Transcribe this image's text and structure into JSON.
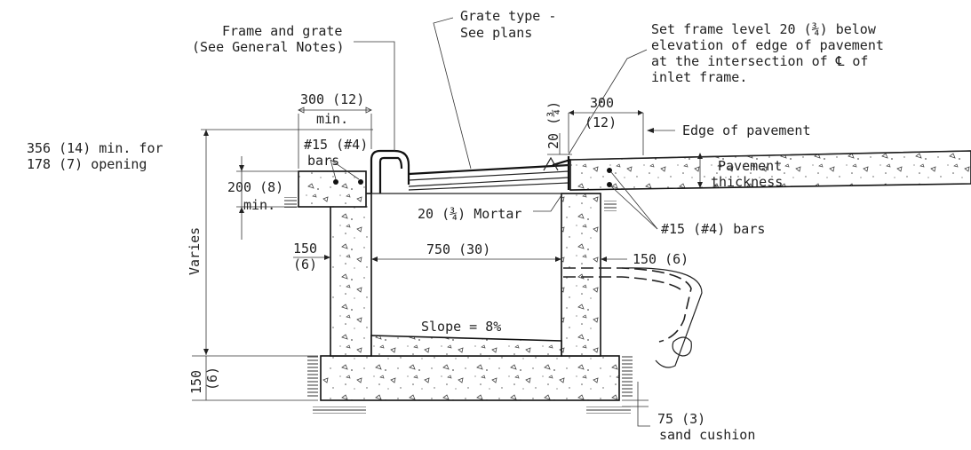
{
  "labels": {
    "frame_and_grate_1": "Frame and grate",
    "frame_and_grate_2": "(See General Notes)",
    "grate_type_1": "Grate type -",
    "grate_type_2": "See plans",
    "set_frame_1": "Set frame level 20 (¾) below",
    "set_frame_2": "elevation of edge of pavement",
    "set_frame_3": "at the intersection of ℄ of",
    "set_frame_4": "inlet frame.",
    "dim_300_12": "300 (12)",
    "dim_min_top": "min.",
    "dim_20_34_vert": "20 (¾)",
    "dim_300": "300",
    "dim_12": "(12)",
    "edge_of_pavement": "Edge of pavement",
    "dim_356_1": "356 (14) min. for",
    "dim_356_2": "178 (7) opening",
    "bars_left_1": "#15 (#4)",
    "bars_left_2": "bars",
    "pavement_thickness_1": "Pavement",
    "pavement_thickness_2": "thickness",
    "dim_200_8": "200 (8)",
    "dim_min_left": "min.",
    "mortar": "20 (¾) Mortar",
    "bars_right": "#15 (#4) bars",
    "dim_150_6_left_1": "150",
    "dim_150_6_left_2": "(6)",
    "dim_750_30": "750 (30)",
    "dim_150_6_right": "150 (6)",
    "varies": "Varies",
    "slope": "Slope = 8%",
    "dim_150_bottom": "150",
    "dim_6_bottom": "(6)",
    "dim_75_3": "75 (3)",
    "sand_cushion": "sand cushion"
  },
  "colors": {
    "ink": "#222222",
    "paper": "#ffffff"
  }
}
